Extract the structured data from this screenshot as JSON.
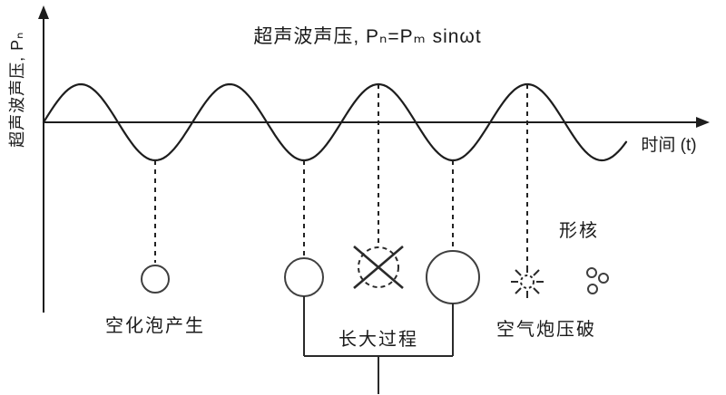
{
  "diagram": {
    "title": "超声波声压, Pₙ=Pₘ sinωt",
    "y_axis_label": "超声波声压, Pₙ",
    "x_axis_label": "时间 (t)",
    "stage_labels": {
      "generation": "空化泡产生",
      "growth": "长大过程",
      "collapse": "空气炮压破",
      "nucleation": "形核"
    },
    "icons": [
      "bubble-small-icon",
      "bubble-medium-icon",
      "bubble-collapse-x-icon",
      "bubble-large-icon",
      "burst-icon",
      "nuclei-icons"
    ],
    "colors": {
      "line": "#1d1d1d",
      "bubble_stroke": "#3f3f3f",
      "background": "#ffffff"
    }
  }
}
